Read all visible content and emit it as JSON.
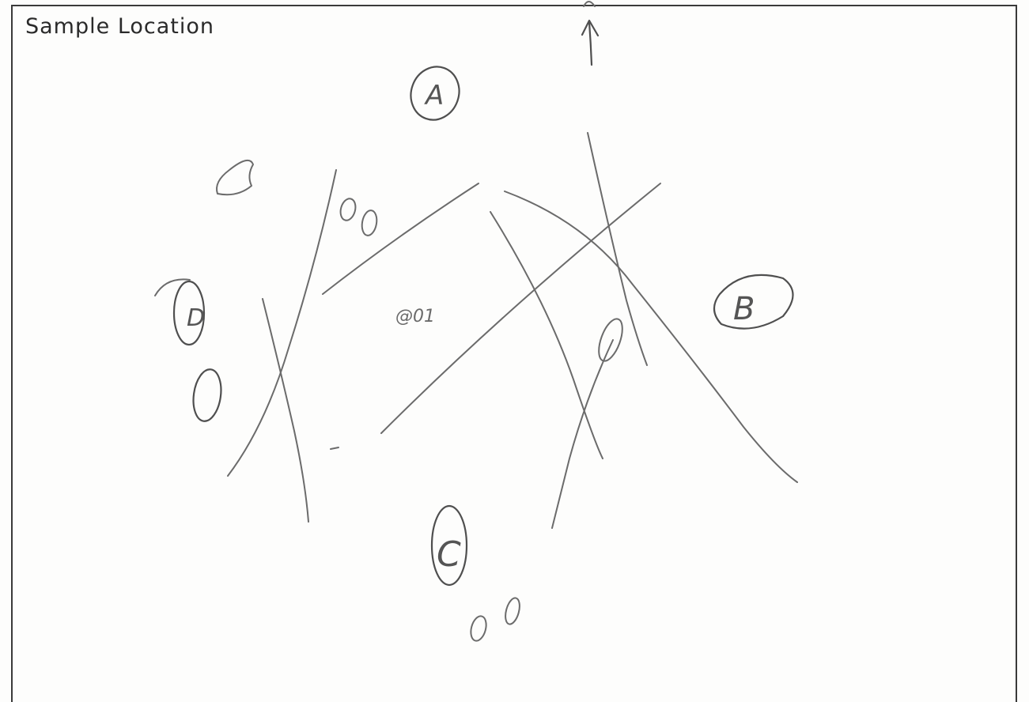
{
  "header": {
    "title": "Sample Location"
  },
  "sketch": {
    "north_marker": "N",
    "labels": {
      "a": "A",
      "b": "B",
      "c": "C",
      "d": "D"
    },
    "center_mark": "@01"
  },
  "colors": {
    "pencil": "#6b6b6b",
    "frame": "#3a3a3a",
    "paper": "#fdfdfc"
  }
}
